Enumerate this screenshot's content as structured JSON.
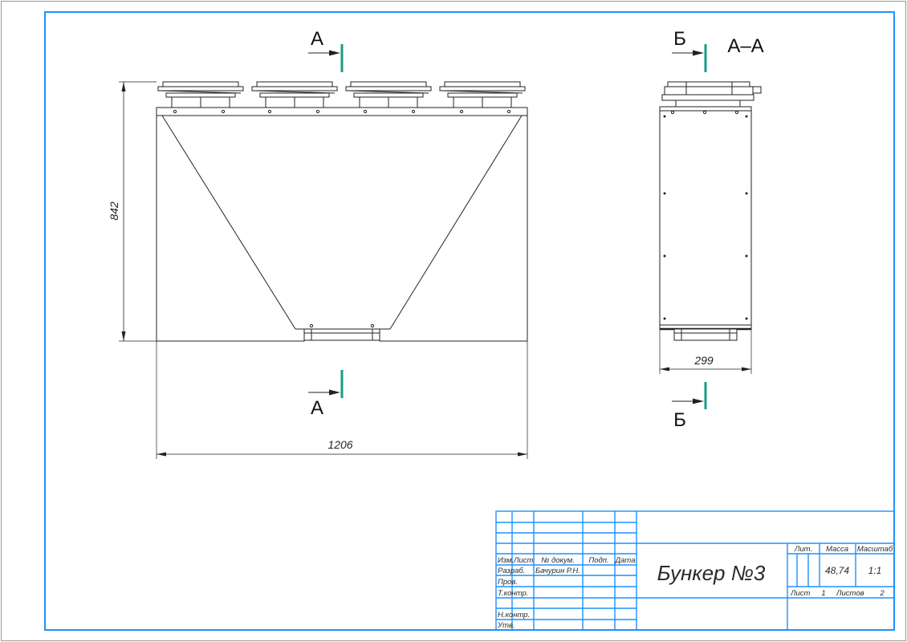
{
  "colors": {
    "frame": "#1e90ff",
    "ink": "#222222",
    "cut": "#1a9a8a"
  },
  "views": {
    "front": {
      "dim_height": "842",
      "dim_width": "1206",
      "section_top_label": "А",
      "section_bottom_label": "А"
    },
    "side": {
      "title": "А–А",
      "dim_width": "299",
      "section_top_label": "Б",
      "section_bottom_label": "Б"
    }
  },
  "title_block": {
    "col_headers": [
      "Изм.",
      "Лист",
      "№ докум.",
      "Подп.",
      "Дата"
    ],
    "row_labels": [
      "Разраб.",
      "Пров.",
      "Т.контр.",
      "Н.контр.",
      "Утв."
    ],
    "developer": "Бачурин Р.Н.",
    "drawing_title": "Бункер №3",
    "lit_label": "Лит.",
    "mass_label": "Масса",
    "scale_label": "Масштаб",
    "mass_value": "48,74",
    "scale_value": "1:1",
    "sheet_label": "Лист",
    "sheet_value": "1",
    "sheets_label": "Листов",
    "sheets_value": "2"
  }
}
